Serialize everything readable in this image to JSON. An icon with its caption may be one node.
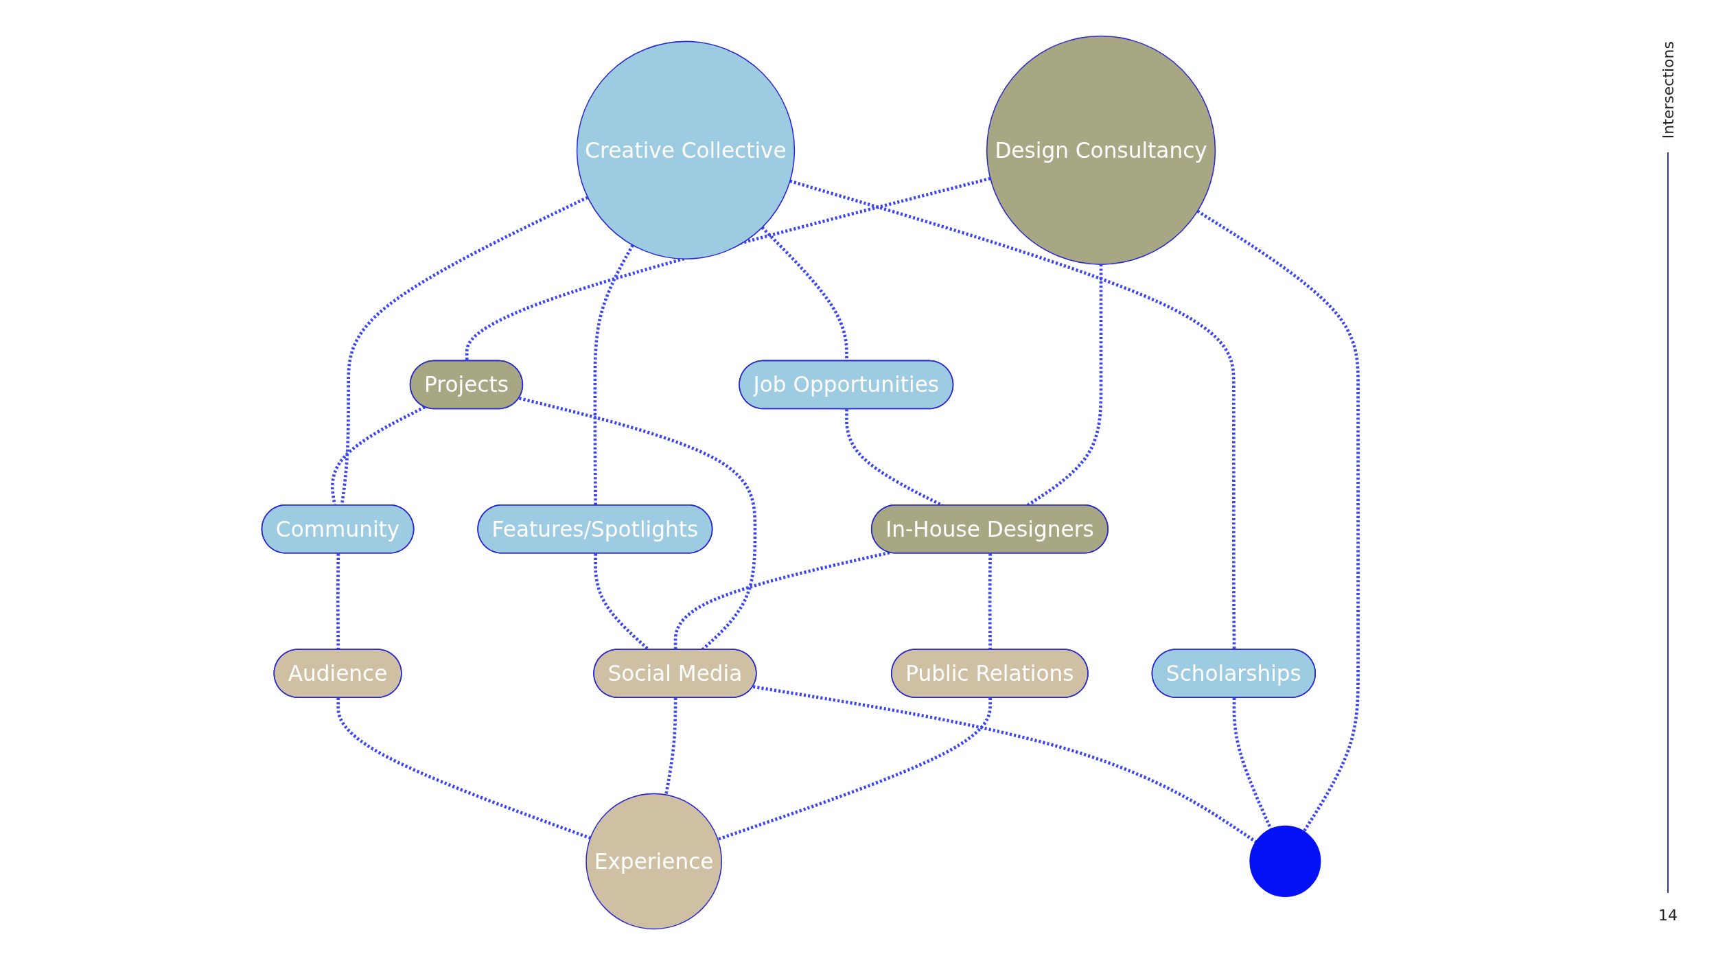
{
  "diagram": {
    "nodes": [
      {
        "text": [
          "Design Consultancy"
        ]
      },
      {
        "text": [
          "Projects"
        ]
      },
      {
        "text": [
          "In-House Designers"
        ]
      },
      {
        "text": [
          "Creative Collective"
        ]
      },
      {
        "text": [
          "Job Opportunities"
        ]
      },
      {
        "text": [
          "Scholarships"
        ]
      },
      {
        "text": [
          "Features/Spotlights"
        ]
      },
      {
        "text": [
          "Community"
        ]
      },
      {
        "text": [
          "Public Relations"
        ]
      },
      {
        "text": [
          "Social Media"
        ]
      },
      {
        "text": [
          "Audience"
        ]
      },
      {
        "text": [
          "Experience"
        ]
      },
      {
        "text": [],
        "shape": "circle"
      }
    ],
    "edges": [
      {
        "from": 0,
        "to": 1,
        "arrow": "none",
        "style": "dashed"
      },
      {
        "from": 0,
        "to": 2,
        "arrow": "none",
        "style": "dashed"
      },
      {
        "from": 0,
        "to": 12,
        "arrow": "none",
        "style": "dashed"
      },
      {
        "from": 3,
        "to": 4,
        "arrow": "none",
        "style": "dashed"
      },
      {
        "from": 3,
        "to": 5,
        "arrow": "none",
        "style": "dashed"
      },
      {
        "from": 3,
        "to": 6,
        "arrow": "none",
        "style": "dashed"
      },
      {
        "from": 3,
        "to": 7,
        "arrow": "none",
        "style": "dashed"
      },
      {
        "from": 4,
        "to": 2,
        "arrow": "none",
        "style": "dashed"
      },
      {
        "from": 1,
        "to": 7,
        "arrow": "none",
        "style": "dashed"
      },
      {
        "from": 1,
        "to": 9,
        "arrow": "none",
        "style": "dashed"
      },
      {
        "from": 2,
        "to": 8,
        "arrow": "none",
        "style": "dashed"
      },
      {
        "from": 2,
        "to": 9,
        "arrow": "none",
        "style": "dashed"
      },
      {
        "from": 5,
        "to": 12,
        "arrow": "none",
        "style": "dashed"
      },
      {
        "from": 6,
        "to": 9,
        "arrow": "none",
        "style": "dashed"
      },
      {
        "from": 7,
        "to": 10,
        "arrow": "none",
        "style": "dashed"
      },
      {
        "from": 9,
        "to": 12,
        "arrow": "none",
        "style": "dashed"
      },
      {
        "from": 8,
        "to": 11,
        "arrow": "none",
        "style": "dashed"
      },
      {
        "from": 9,
        "to": 11,
        "arrow": "none",
        "style": "dashed"
      },
      {
        "from": 10,
        "to": 11,
        "arrow": "none",
        "style": "dashed"
      }
    ],
    "labels": [
      "Intersections",
      "14"
    ]
  }
}
